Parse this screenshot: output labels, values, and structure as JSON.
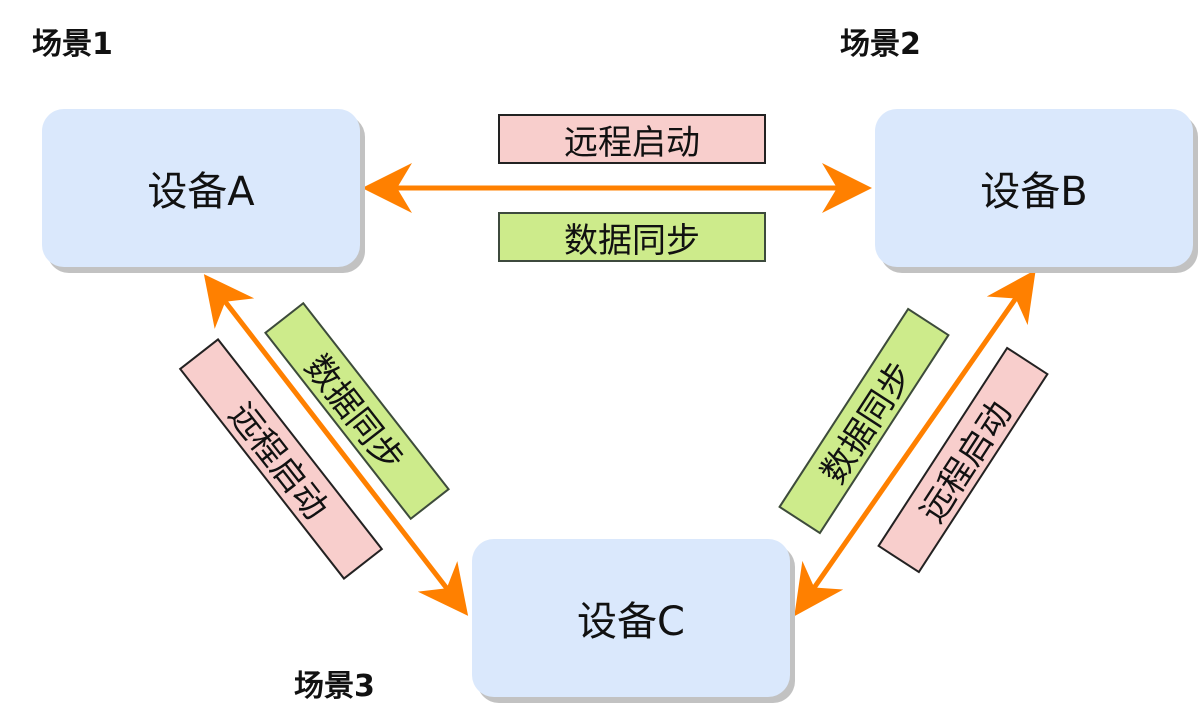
{
  "scenes": {
    "scene1": "场景1",
    "scene2": "场景2",
    "scene3": "场景3"
  },
  "devices": {
    "a": "设备A",
    "b": "设备B",
    "c": "设备C"
  },
  "links": {
    "ab": {
      "top": "远程启动",
      "bottom": "数据同步"
    },
    "ac": {
      "outer": "远程启动",
      "inner": "数据同步"
    },
    "bc": {
      "inner": "数据同步",
      "outer": "远程启动"
    }
  },
  "colors": {
    "arrow": "#ff8000",
    "device_fill": "#dae8fc",
    "remote_start_fill": "#f8cecc",
    "data_sync_fill": "#cdeb8b"
  }
}
